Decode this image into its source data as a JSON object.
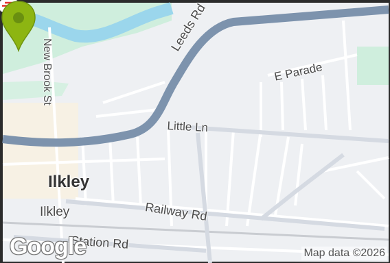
{
  "map": {
    "roads": {
      "leeds_rd": "Leeds Rd",
      "new_brook_st": "New Brook St",
      "e_parade": "E Parade",
      "little_ln": "Little Ln",
      "railway_rd": "Railway Rd",
      "station_rd": "Station Rd"
    },
    "places": {
      "town": "Ilkley",
      "station": "Ilkley"
    },
    "marker": {
      "color": "#8db512"
    },
    "attribution": "Map data ©2026",
    "logo": "Google",
    "icons": [
      "map-pin-icon",
      "railway-station-icon"
    ]
  }
}
